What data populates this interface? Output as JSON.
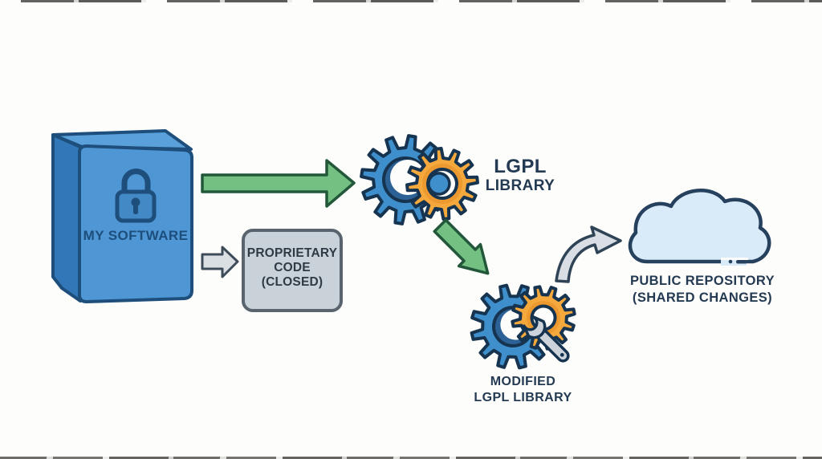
{
  "labels": {
    "my_software": "MY SOFTWARE",
    "lgpl_line1": "LGPL",
    "lgpl_line2": "LIBRARY",
    "proprietary_line1": "PROPRIETARY",
    "proprietary_line2": "CODE",
    "proprietary_line3": "(CLOSED)",
    "modified_line1": "MODIFIED",
    "modified_line2": "LGPL LIBRARY",
    "repo_line1": "PUBLIC REPOSITORY",
    "repo_line2": "(SHARED CHANGES)"
  },
  "icons": {
    "software_box": "locked-software-box-icon",
    "lock": "lock-icon",
    "lgpl_gears": "gears-icon",
    "modified_gears": "gears-wrench-icon",
    "cloud": "cloud-icon",
    "green_arrow_right": "green-arrow-right-icon",
    "green_arrow_diagonal": "green-arrow-diagonal-icon",
    "gray_arrow_small": "gray-outline-arrow-icon",
    "gray_arrow_curved": "gray-curved-arrow-icon"
  },
  "colors": {
    "background": "#FDFDFB",
    "box_blue": "#4E97D4",
    "box_blue_side": "#3277B7",
    "box_outline": "#1D4E7C",
    "gear_blue": "#3F8FCC",
    "gear_blue_shade": "#2C6195",
    "gear_orange": "#F5A83C",
    "gear_orange_shade": "#EC9A30",
    "gear_outline": "#16334F",
    "green_fill": "#74C083",
    "green_outline": "#23573A",
    "gray_fill": "#D8DEE3",
    "gray_outline": "#3E4C59",
    "proprietary_fill": "#CAD2D9",
    "proprietary_border": "#5A646E",
    "cloud_fill": "#D9EAF8",
    "cloud_outline": "#26415E",
    "text_navy": "#233A52"
  }
}
